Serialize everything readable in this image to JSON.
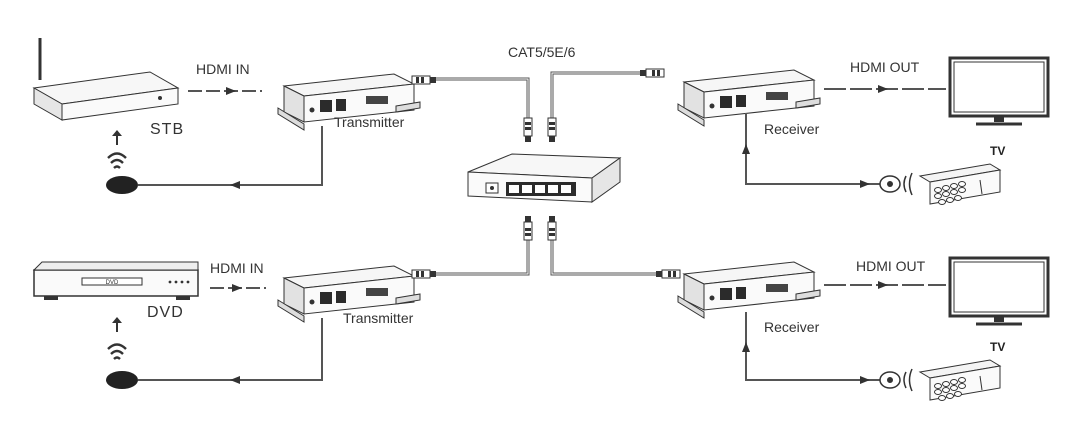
{
  "labels": {
    "cable": "CAT5/5E/6",
    "top_left": {
      "hdmi_in": "HDMI IN",
      "source": "STB",
      "transmitter": "Transmitter"
    },
    "bottom_left": {
      "hdmi_in": "HDMI IN",
      "source": "DVD",
      "transmitter": "Transmitter"
    },
    "top_right": {
      "hdmi_out": "HDMI OUT",
      "receiver": "Receiver",
      "display": "TV"
    },
    "bottom_right": {
      "hdmi_out": "HDMI OUT",
      "receiver": "Receiver",
      "display": "TV"
    },
    "dvd_panel_text": "DVD"
  },
  "colors": {
    "stroke": "#333333",
    "cable": "#555555",
    "fill_light": "#f4f4f4",
    "fill_dark": "#2b2b2b",
    "text": "#333333"
  }
}
